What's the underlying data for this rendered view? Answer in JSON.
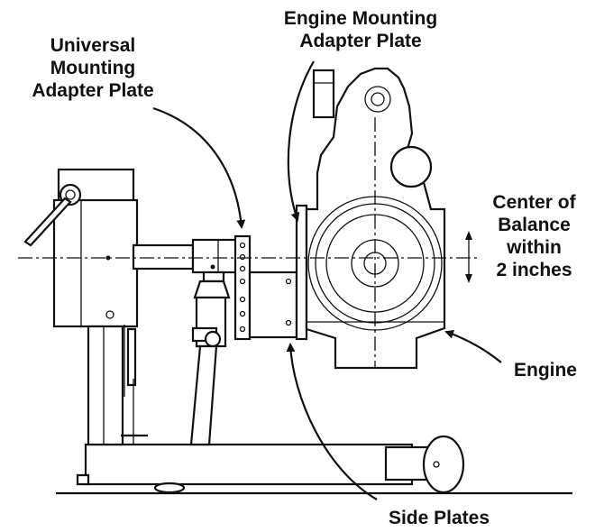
{
  "labels": {
    "universal_plate": [
      "Universal",
      "Mounting",
      "Adapter Plate"
    ],
    "engine_plate": [
      "Engine Mounting",
      "Adapter Plate"
    ],
    "center_balance": [
      "Center of",
      "Balance",
      "within",
      "2 inches"
    ],
    "engine": "Engine",
    "side_plates": "Side Plates"
  },
  "colors": {
    "ink": "#111111",
    "background": "#ffffff"
  }
}
